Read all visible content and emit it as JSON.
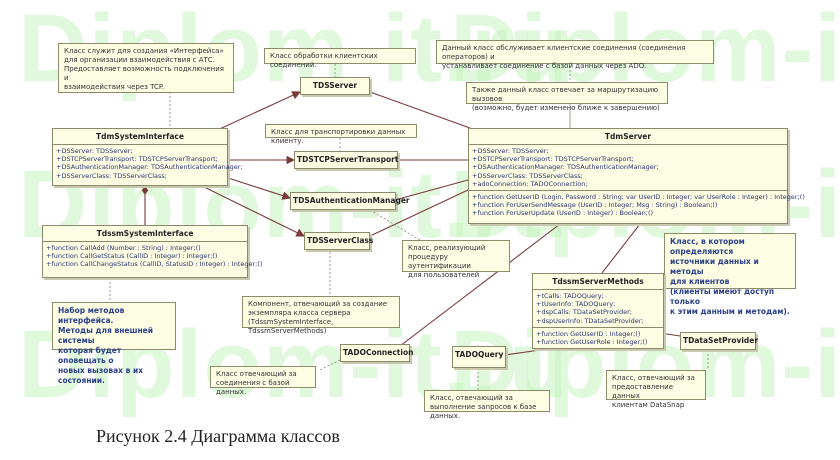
{
  "watermark": "Diplom-it.ru",
  "caption": "Рисунок 2.4 Диаграмма классов",
  "classes": {
    "TdmSystemInterface": {
      "name": "TdmSystemInterface",
      "attrs": [
        "+DSServer: TDSServer;",
        "+DSTCPServerTransport: TDSTCPServerTransport;",
        "+DSAuthenticationManager: TDSAuthenticationManager;",
        "+DSServerClass: TDSServerClass;"
      ]
    },
    "TDSServer": {
      "name": "TDSServer"
    },
    "TDSTCPServerTransport": {
      "name": "TDSTCPServerTransport"
    },
    "TDSAuthenticationManager": {
      "name": "TDSAuthenticationManager"
    },
    "TDSServerClass": {
      "name": "TDSServerClass"
    },
    "TdmServer": {
      "name": "TdmServer",
      "attrs": [
        "+DSServer: TDSServer;",
        "+DSTCPServerTransport: TDSTCPServerTransport;",
        "+DSAuthenticationManager: TDSAuthenticationManager;",
        "+DSServerClass: TDSServerClass;",
        "+adoConnection: TADOConnection;"
      ],
      "ops": [
        "+function GetUserID (Login, Password : String; var UserID : Integer; var UserRole : Integer) : Integer;()",
        "+function ForUserSendMessage (UserID : Integer; Msg : String) : Boolean;()",
        "+function ForUserUpdate (UserID : Integer) : Boolean;()"
      ]
    },
    "TdssmSystemInterface": {
      "name": "TdssmSystemInterface",
      "ops": [
        "+function CallAdd (Number : String) : Integer;()",
        "+function CallGetStatus (CallID : Integer) : Integer;()",
        "+function CallChangeStatus (CallID, StatusID : Integer) : Integer;()"
      ]
    },
    "TdssmServerMethods": {
      "name": "TdssmServerMethods",
      "attrs": [
        "+tCalls: TADOQuery;",
        "+tUserInfo: TADOQuery;",
        "+dspCalls: TDataSetProvider;",
        "+dspUserInfo: TDataSetProvider;"
      ],
      "ops": [
        "+function GetUserID : Integer;()",
        "+function GetUserRole : Integer;()"
      ]
    },
    "TADOConnection": {
      "name": "TADOConnection"
    },
    "TADOQuery": {
      "name": "TADOQuery"
    },
    "TDataSetProvider": {
      "name": "TDataSetProvider"
    }
  },
  "notes": {
    "sysiface": "Класс служит для создания «Интерфейса»\nдля организации взаимодействия с АТС.\nПредоставляет возможность подключения и\nвзаимодействия через TCP.",
    "dsserver": "Класс обработки клиентских соединений.",
    "transport": "Класс для транспортировки данных клиенту.",
    "tdmserver1": "Данный класс обслуживает клиентские соединения (соединения операторов) и\nустанавливает соединение с базой данных через ADO.",
    "tdmserver2": "Также данный класс отвечает за маршрутизацию вызовов\n(возможно, будет изменено ближе к завершению)",
    "auth": "Класс, реализующий\nпроцедуру аутентификации\nдля пользователей",
    "component": "Компонент, отвечающий за создание\nэкземпляра класса сервера\n(TdssmSystemInterface, TdssmServerMethods)",
    "methods": "Набор методов интерфейса.\nМетоды для внешней системы\nкоторая будет оповещать о\nновых вызовах в их состоянии.",
    "sources": "Класс, в котором определяются\nисточники данных и методы\nдля клиентов\n(клиенты имеют доступ только\nк этим данным и методам).",
    "adoconn": "Класс отвечающий за\nсоединения с базой данных.",
    "adoquery": "Класс, отвечающий за\nвыполнение запросов к базе данных.",
    "provider": "Класс, отвечающий за\nпредоставление данных\nклиентам DataSnap"
  }
}
